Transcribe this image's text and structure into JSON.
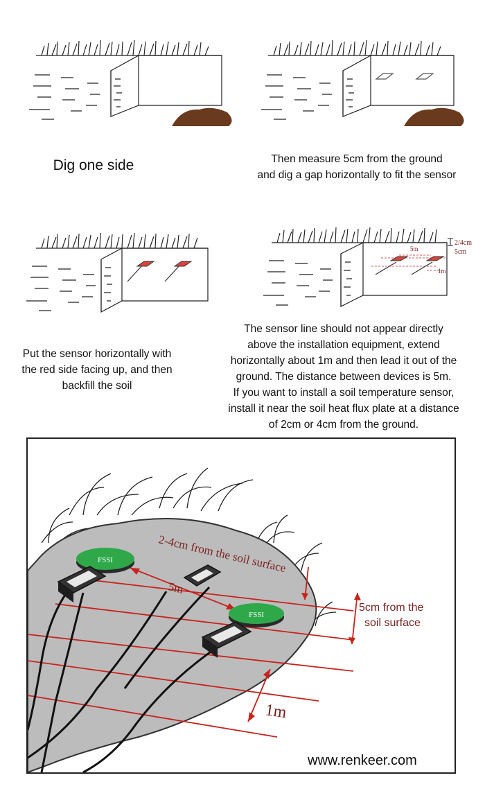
{
  "steps": [
    {
      "caption": "Dig one side"
    },
    {
      "caption_lines": [
        "Then measure 5cm from the ground",
        "and dig a gap horizontally to fit the sensor"
      ]
    },
    {
      "caption_lines": [
        "Put the sensor horizontally with",
        "the red side facing up, and then",
        "backfill the soil"
      ]
    },
    {
      "caption_lines": [
        "The sensor line should not appear directly",
        "above the installation equipment, extend",
        "horizontally about 1m and then lead it out of the",
        "ground. The distance between devices is 5m.",
        "If you want to install a soil temperature sensor,",
        "install it near the soil heat flux plate at a distance",
        "of 2cm or 4cm from the ground."
      ],
      "annotations": {
        "depth_small": "2/4cm",
        "depth_main": "5cm",
        "spacing": "5m",
        "lead": "1m"
      }
    }
  ],
  "main_diagram": {
    "label_depth_temp": "2-4cm from the soil surface",
    "label_depth_flux_line1": "5cm from the",
    "label_depth_flux_line2": "soil surface",
    "label_spacing": "5m",
    "label_lead": "1m",
    "plate_text": "FSSI",
    "website": "www.renkeer.com"
  },
  "colors": {
    "soil": "#6a3a1e",
    "plate_green": "#2fa84a",
    "measure_red": "#c8221c",
    "ground_gray": "#bcbcbc"
  }
}
